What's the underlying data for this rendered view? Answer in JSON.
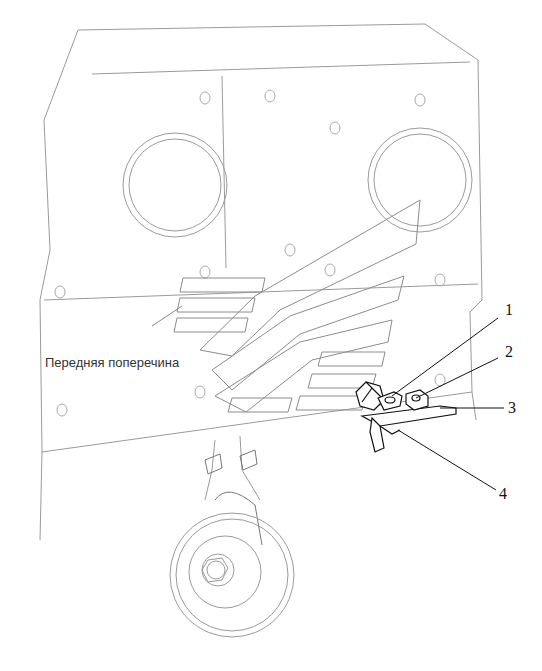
{
  "diagram": {
    "labels": [
      "Передняя поперечина",
      "1",
      "2",
      "3",
      "4"
    ]
  }
}
